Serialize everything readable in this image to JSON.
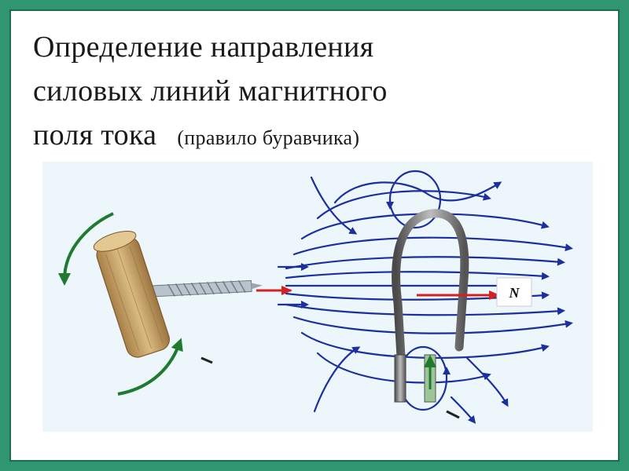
{
  "slide": {
    "title_line1": "Определение направления",
    "title_line2": "силовых линий магнитного",
    "title_line3": "поля тока",
    "subtitle": "(правило буравчика)"
  },
  "diagram": {
    "pole_label": "N",
    "colors": {
      "background": "#2f9670",
      "field_lines": "#1c2f9e",
      "rotation_arrows": "#1e7a2e",
      "current_arrow": "#d42020",
      "coil": "#6f6f6f",
      "wood_handle": "#c9a86a"
    }
  }
}
